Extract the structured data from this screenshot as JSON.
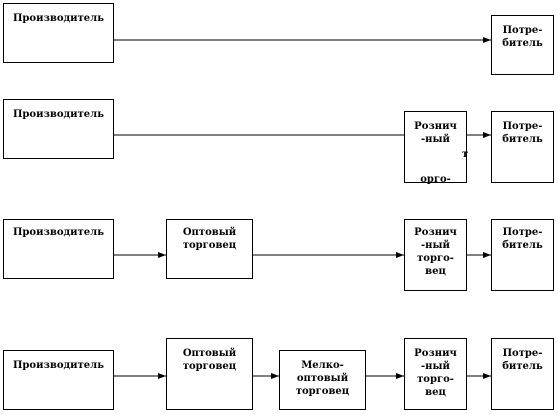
{
  "rows": [
    {
      "nodes": [
        {
          "id": "producer",
          "lines": [
            "Производитель"
          ]
        },
        {
          "id": "consumer",
          "lines": [
            "Потре-",
            "битель"
          ]
        }
      ]
    },
    {
      "nodes": [
        {
          "id": "producer",
          "lines": [
            "Производитель"
          ]
        },
        {
          "id": "retailer",
          "lines": [
            "Рознич",
            "-ный",
            "",
            "орго-"
          ]
        },
        {
          "id": "consumer",
          "lines": [
            "Потре-",
            "битель"
          ]
        }
      ],
      "stray_char": "т"
    },
    {
      "nodes": [
        {
          "id": "producer",
          "lines": [
            "Производитель"
          ]
        },
        {
          "id": "wholesaler",
          "lines": [
            "Оптовый",
            "торговец"
          ]
        },
        {
          "id": "retailer",
          "lines": [
            "Рознич",
            "-ный",
            "торго-",
            "вец"
          ]
        },
        {
          "id": "consumer",
          "lines": [
            "Потре-",
            "битель"
          ]
        }
      ]
    },
    {
      "nodes": [
        {
          "id": "producer",
          "lines": [
            "Производитель"
          ]
        },
        {
          "id": "wholesaler",
          "lines": [
            "Оптовый",
            "торговец"
          ]
        },
        {
          "id": "small-wholesaler",
          "lines": [
            "Мелко-",
            "оптовый",
            "торговец"
          ]
        },
        {
          "id": "retailer",
          "lines": [
            "Рознич",
            "-ный",
            "торго-",
            "вец"
          ]
        },
        {
          "id": "consumer",
          "lines": [
            "Потре-",
            "битель"
          ]
        }
      ]
    }
  ]
}
